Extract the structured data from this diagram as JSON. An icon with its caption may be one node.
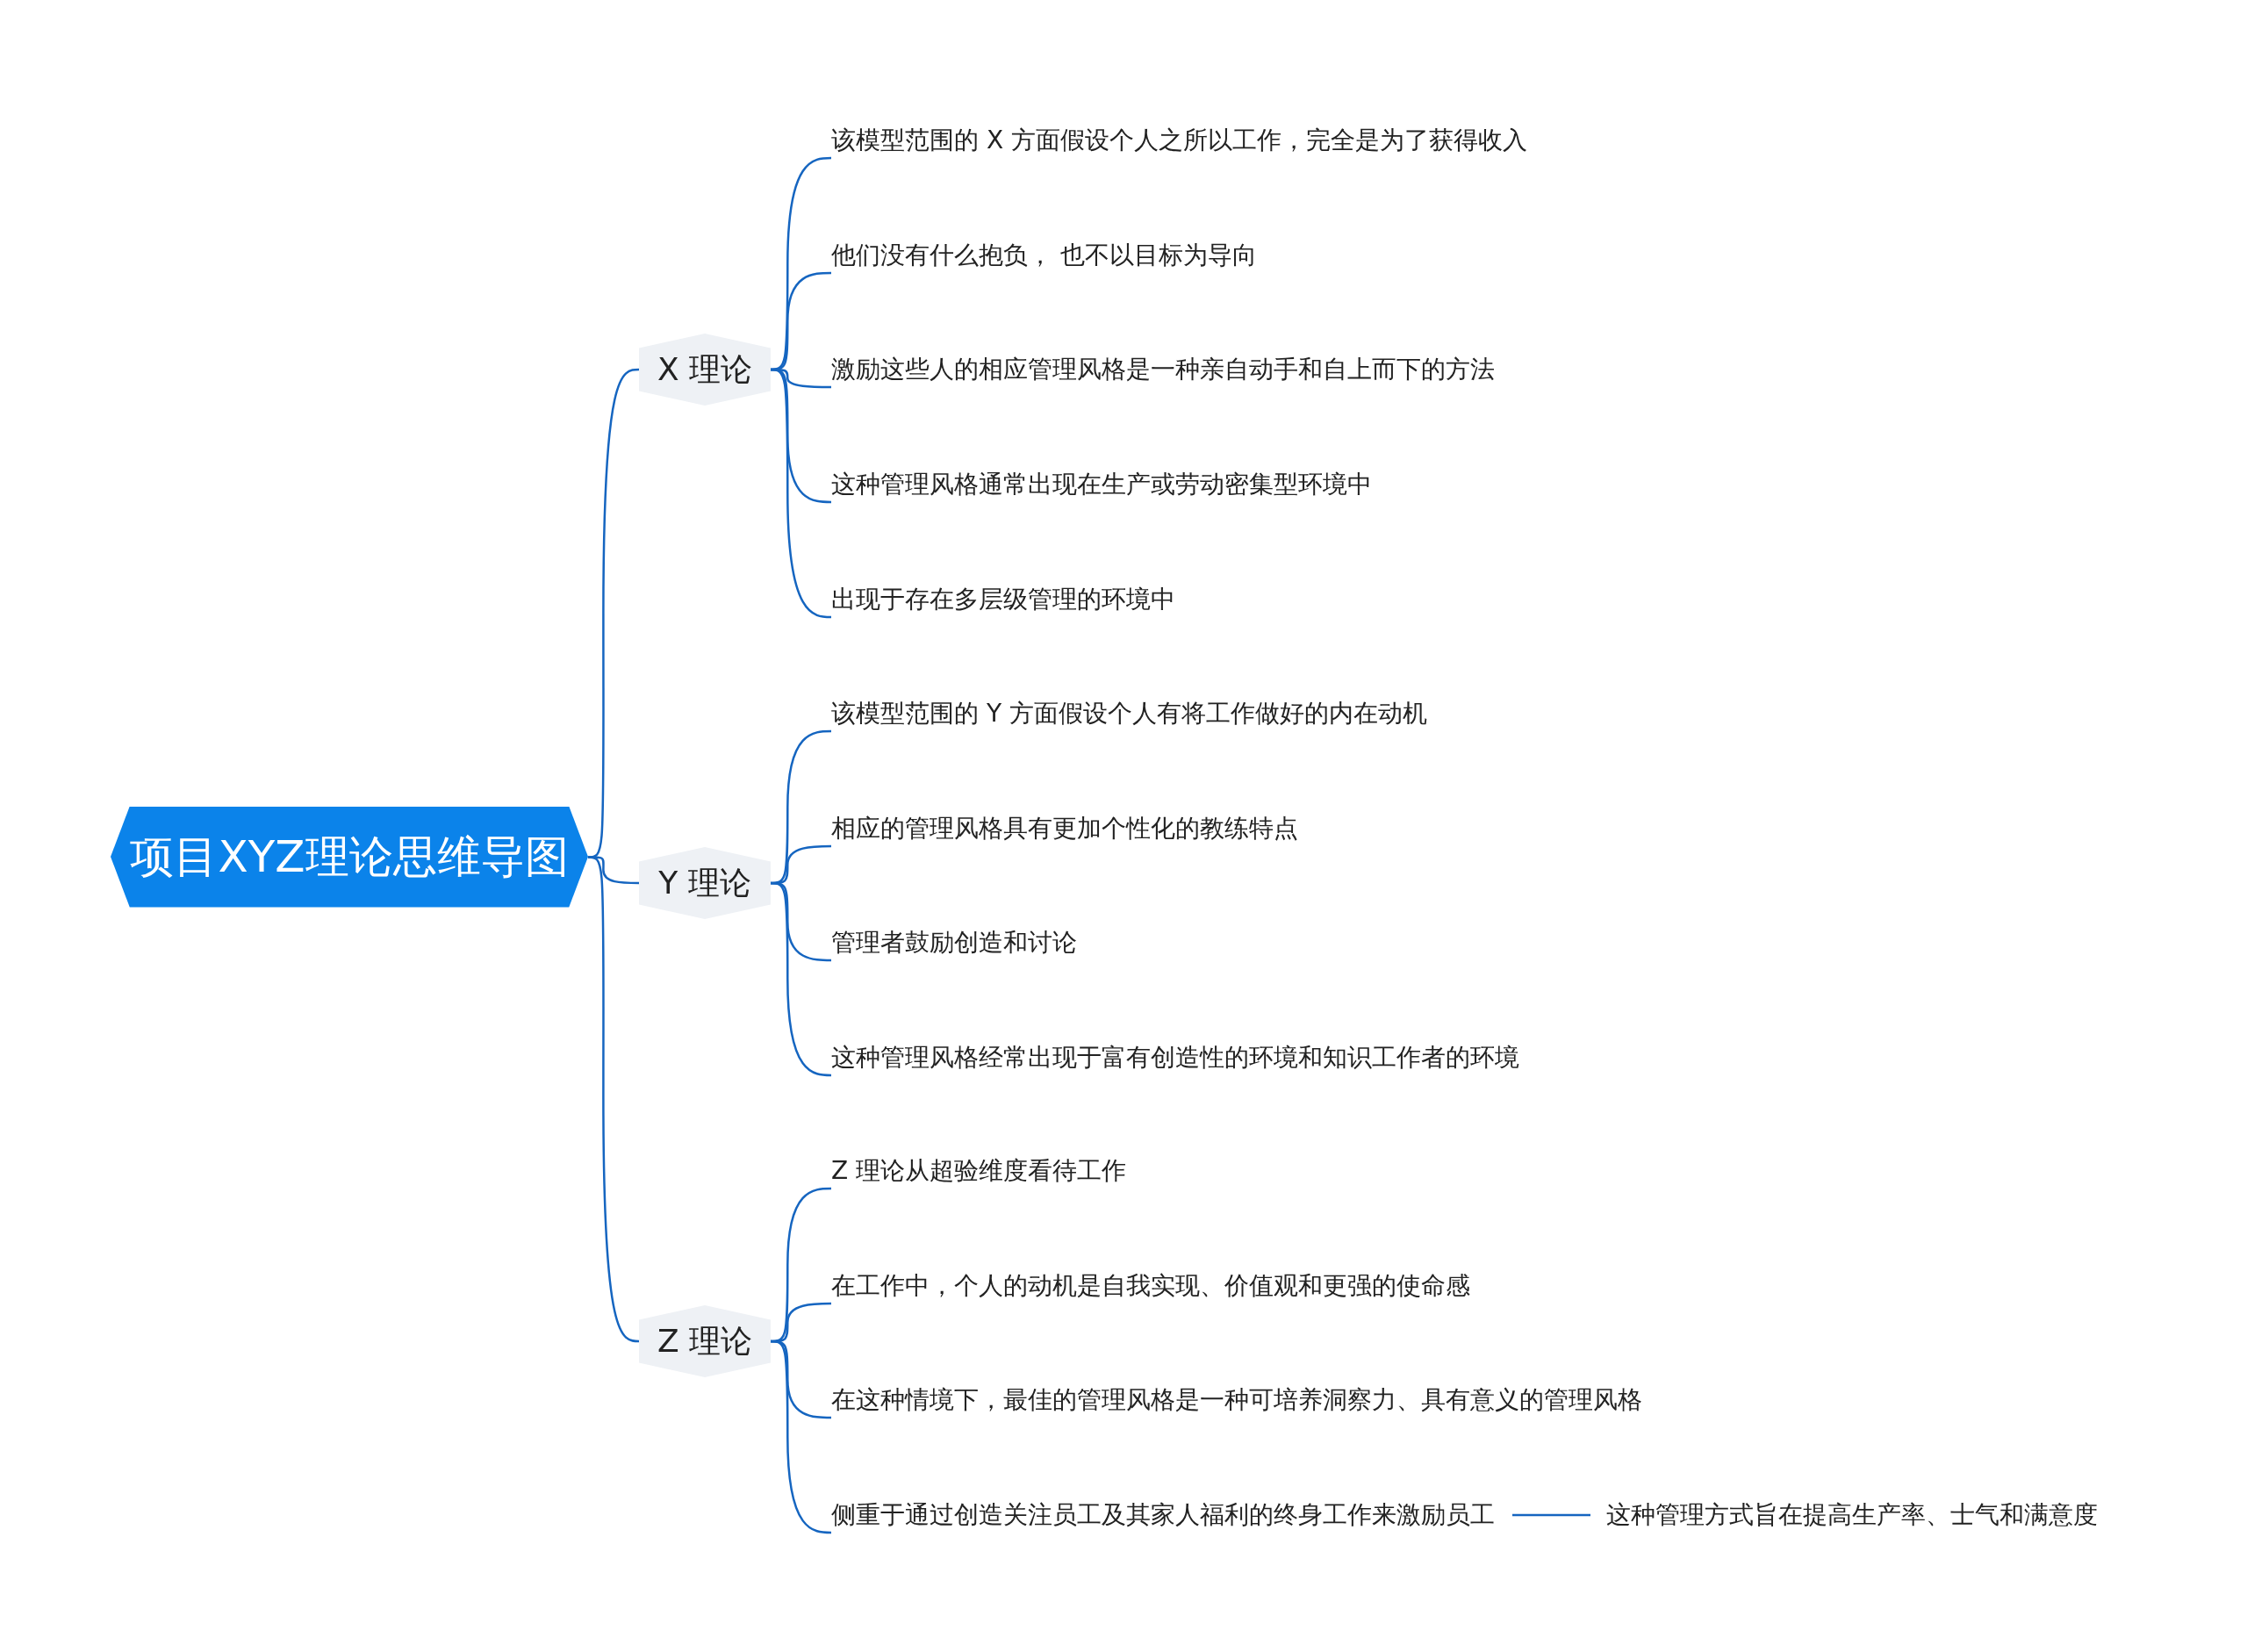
{
  "diagram": {
    "nodes": [
      {
        "text": [
          "项目XYZ理论思维导图"
        ]
      },
      {
        "text": [
          "X 理论"
        ]
      },
      {
        "text": [
          "该模型范围的 X 方面假设个人之所以工作，完全是为了获得收入"
        ]
      },
      {
        "text": [
          "他们没有什么抱负，  也不以目标为导向"
        ]
      },
      {
        "text": [
          "激励这些人的相应管理风格是一种亲自动手和自上而下的方法"
        ]
      },
      {
        "text": [
          "这种管理风格通常出现在生产或劳动密集型环境中"
        ]
      },
      {
        "text": [
          "出现于存在多层级管理的环境中"
        ]
      },
      {
        "text": [
          "Y 理论"
        ]
      },
      {
        "text": [
          "该模型范围的 Y 方面假设个人有将工作做好的内在动机"
        ]
      },
      {
        "text": [
          "相应的管理风格具有更加个性化的教练特点"
        ]
      },
      {
        "text": [
          "管理者鼓励创造和讨论"
        ]
      },
      {
        "text": [
          "这种管理风格经常出现于富有创造性的环境和知识工作者的环境"
        ]
      },
      {
        "text": [
          "Z 理论"
        ]
      },
      {
        "text": [
          "Z 理论从超验维度看待工作"
        ]
      },
      {
        "text": [
          "在工作中，个人的动机是自我实现、价值观和更强的使命感"
        ]
      },
      {
        "text": [
          "在这种情境下，最佳的管理风格是一种可培养洞察力、具有意义的管理风格"
        ]
      },
      {
        "text": [
          "侧重于通过创造关注员工及其家人福利的终身工作来激励员工"
        ]
      },
      {
        "text": [
          "这种管理方式旨在提高生产率、士气和满意度"
        ]
      }
    ],
    "edges": [
      {
        "from": 0,
        "to": 1,
        "arrow": "none"
      },
      {
        "from": 1,
        "to": 2,
        "arrow": "none"
      },
      {
        "from": 1,
        "to": 3,
        "arrow": "none"
      },
      {
        "from": 1,
        "to": 4,
        "arrow": "none"
      },
      {
        "from": 1,
        "to": 5,
        "arrow": "none"
      },
      {
        "from": 1,
        "to": 6,
        "arrow": "none"
      },
      {
        "from": 0,
        "to": 7,
        "arrow": "none"
      },
      {
        "from": 7,
        "to": 8,
        "arrow": "none"
      },
      {
        "from": 7,
        "to": 9,
        "arrow": "none"
      },
      {
        "from": 7,
        "to": 10,
        "arrow": "none"
      },
      {
        "from": 7,
        "to": 11,
        "arrow": "none"
      },
      {
        "from": 0,
        "to": 12,
        "arrow": "none"
      },
      {
        "from": 12,
        "to": 13,
        "arrow": "none"
      },
      {
        "from": 12,
        "to": 14,
        "arrow": "none"
      },
      {
        "from": 12,
        "to": 15,
        "arrow": "none"
      },
      {
        "from": 12,
        "to": 16,
        "arrow": "none"
      },
      {
        "from": 16,
        "to": 17,
        "arrow": "none"
      }
    ]
  }
}
